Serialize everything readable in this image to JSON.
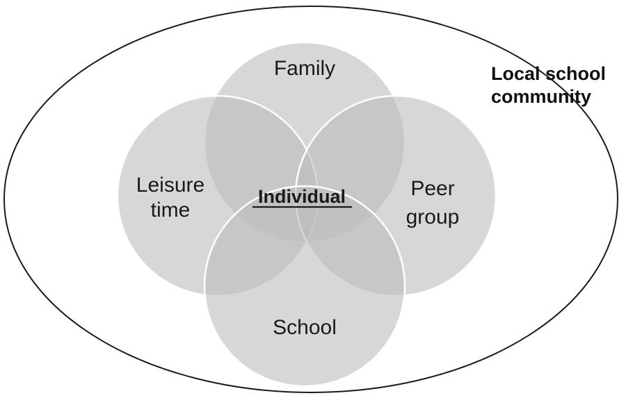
{
  "diagram": {
    "outer": {
      "lines": [
        "Local school",
        "community"
      ]
    },
    "circles": [
      {
        "id": "family",
        "lines": [
          "Family"
        ]
      },
      {
        "id": "peer-group",
        "lines": [
          "Peer",
          "group"
        ]
      },
      {
        "id": "school",
        "lines": [
          "School"
        ]
      },
      {
        "id": "leisure-time",
        "lines": [
          "Leisure",
          "time"
        ]
      }
    ],
    "center": {
      "label": "Individual",
      "underlined": true
    },
    "colors": {
      "circle_fill": "#bdbdbd",
      "circle_fill_opacity": 0.6,
      "circle_stroke": "#ffffff",
      "outer_stroke": "#1a1a1a",
      "text": "#1a1a1a"
    }
  }
}
